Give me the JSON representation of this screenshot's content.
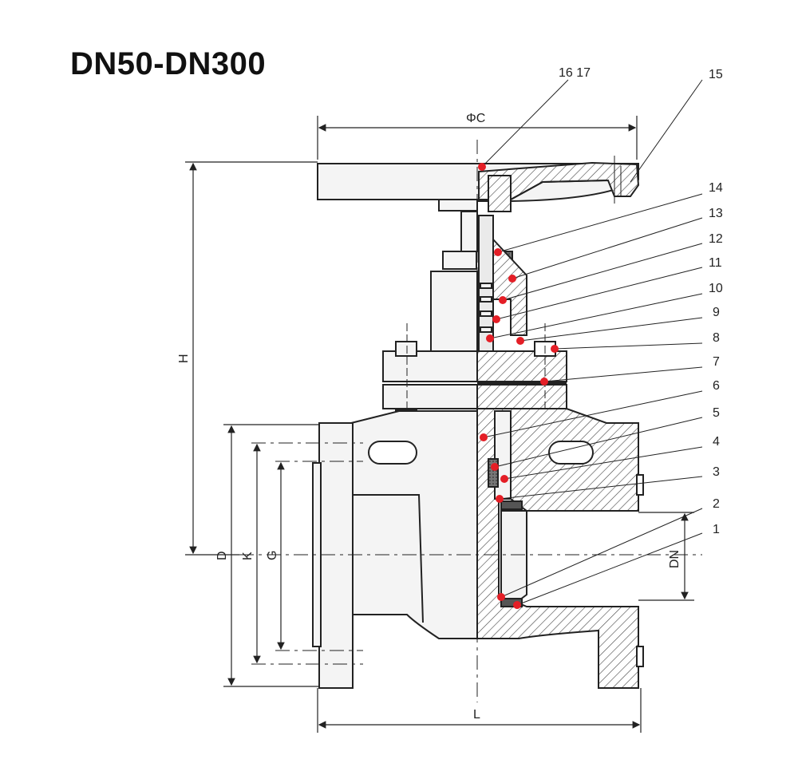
{
  "title": "DN50-DN300",
  "dimensions": {
    "phi_c": "ΦC",
    "h": "H",
    "d": "D",
    "k": "K",
    "g": "G",
    "dn": "DN",
    "l": "L"
  },
  "callouts": [
    {
      "id": "c1617",
      "text": "16 17"
    },
    {
      "id": "c15",
      "text": "15"
    },
    {
      "id": "c14",
      "text": "14"
    },
    {
      "id": "c13",
      "text": "13"
    },
    {
      "id": "c12",
      "text": "12"
    },
    {
      "id": "c11",
      "text": "11"
    },
    {
      "id": "c10",
      "text": "10"
    },
    {
      "id": "c9",
      "text": "9"
    },
    {
      "id": "c8",
      "text": "8"
    },
    {
      "id": "c7",
      "text": "7"
    },
    {
      "id": "c6",
      "text": "6"
    },
    {
      "id": "c5",
      "text": "5"
    },
    {
      "id": "c4",
      "text": "4"
    },
    {
      "id": "c3",
      "text": "3"
    },
    {
      "id": "c2",
      "text": "2"
    },
    {
      "id": "c1",
      "text": "1"
    }
  ],
  "colors": {
    "line": "#222222",
    "hatch": "#555555",
    "marker": "#e41e26",
    "body_fill": "#f4f4f4"
  }
}
